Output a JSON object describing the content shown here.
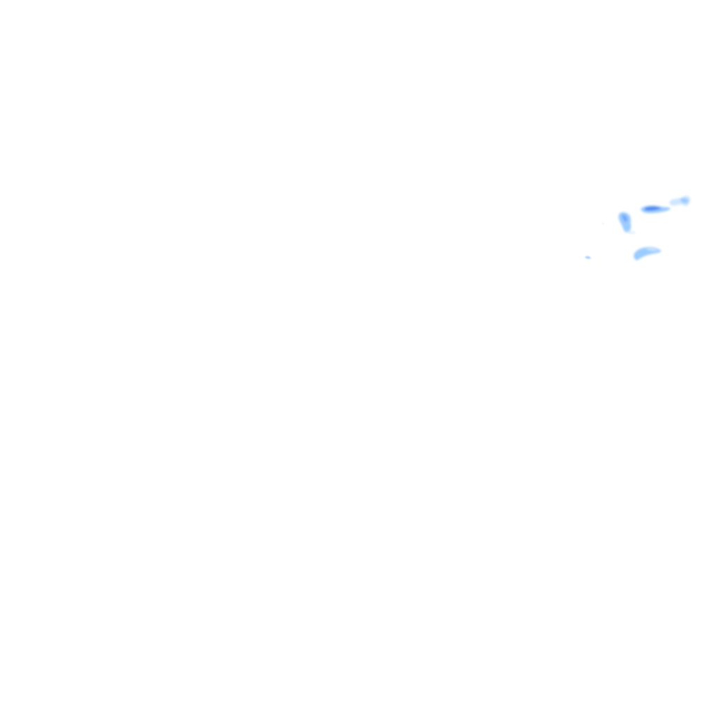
{
  "map": {
    "type": "precipitation-radar-overlay",
    "background_color": "#ffffff",
    "palette": {
      "light": "#cfe6ff",
      "medium": "#9ccbff",
      "strong": "#6fa8f5",
      "core": "#4d86ee"
    },
    "features": [
      {
        "name": "precip-cell-northeast",
        "intensity": "light"
      },
      {
        "name": "precip-cell-band",
        "intensity": "strong"
      },
      {
        "name": "precip-cell-west",
        "intensity": "medium"
      },
      {
        "name": "precip-cell-south",
        "intensity": "medium"
      },
      {
        "name": "precip-cell-speck",
        "intensity": "light"
      }
    ]
  }
}
